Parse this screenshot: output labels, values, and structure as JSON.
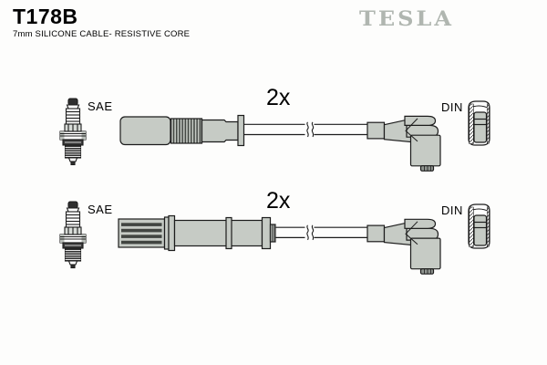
{
  "header": {
    "part_number": "T178B",
    "description": "7mm SILICONE CABLE- RESISTIVE CORE",
    "brand_logo": "TESLA"
  },
  "cable_sets": [
    {
      "quantity": "2x",
      "spark_plug_end": "SAE",
      "distributor_end": "DIN"
    },
    {
      "quantity": "2x",
      "spark_plug_end": "SAE",
      "distributor_end": "DIN"
    }
  ],
  "icons": {
    "spark_plug": "spark-plug-icon",
    "din_terminal": "din-terminal-icon",
    "distributor_elbow_boot": "distributor-boot-icon",
    "wire_break": "wire-break-icon"
  },
  "colors": {
    "cable_gray": "#c6cbc5",
    "outline": "#1c1c1c",
    "logo_gray": "#b0b6b0",
    "slat_dark": "#414541",
    "boot_tip_gray": "#8f948f"
  }
}
